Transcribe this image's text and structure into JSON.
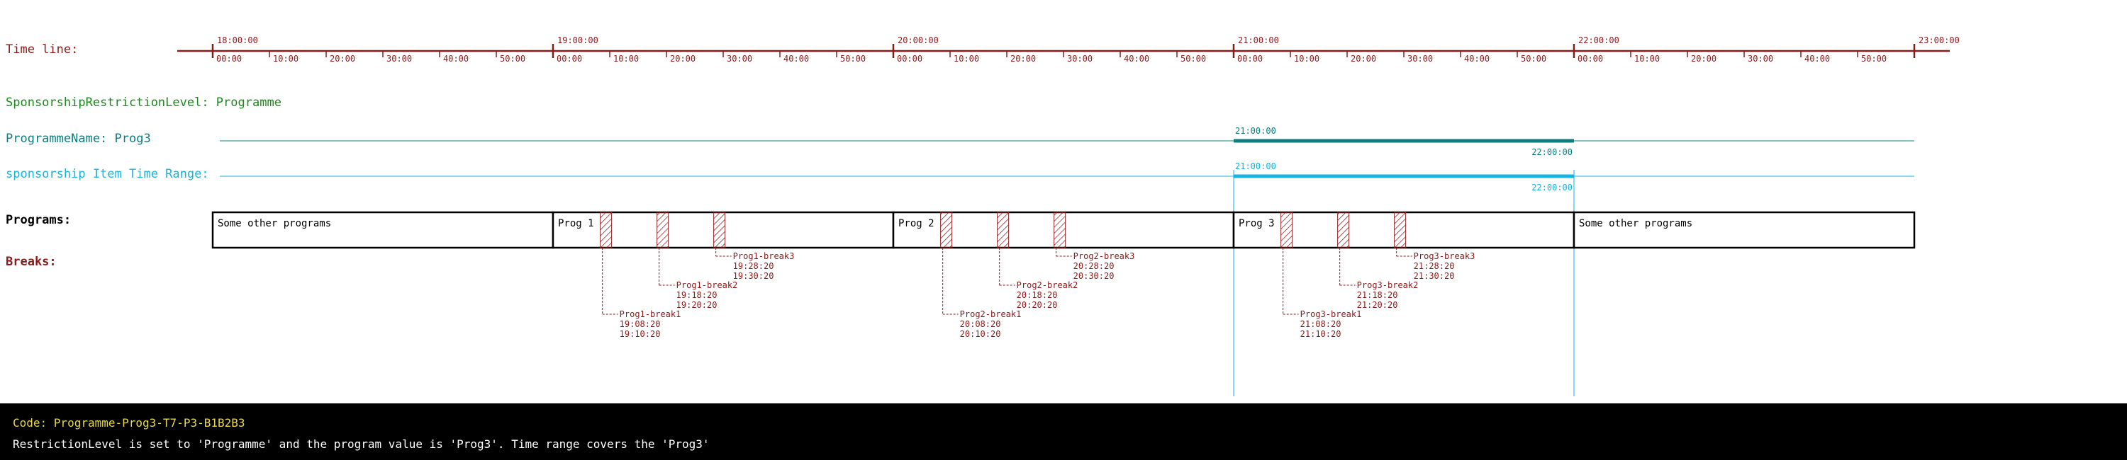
{
  "colors": {
    "timeline": "#8b1a1a",
    "sponsorship_level": "#1a8a1a",
    "programme_name": "#0e7d7d",
    "sponsorship_range": "#16b4df",
    "programs_border": "#000000",
    "breaks": "#8b1a1a",
    "footer_bg": "#000000",
    "footer_code": "#e8d84a",
    "footer_text": "#ffffff"
  },
  "labels": {
    "timeline": "Time line:",
    "sponsorship_level": "SponsorshipRestrictionLevel: Programme",
    "programme_name": "ProgrammeName: Prog3",
    "sponsorship_range": "sponsorship Item Time Range:",
    "programs": "Programs:",
    "breaks": "Breaks:"
  },
  "timeline": {
    "start": "18:00",
    "end": "23:00",
    "hour_labels": [
      "18:00:00",
      "19:00:00",
      "20:00:00",
      "21:00:00",
      "22:00:00",
      "23:00:00"
    ],
    "minute_labels": [
      "00:00",
      "10:00",
      "20:00",
      "30:00",
      "40:00",
      "50:00"
    ]
  },
  "programme_name_range": {
    "start": "21:00",
    "end": "22:00",
    "start_label": "21:00:00",
    "end_label": "22:00:00"
  },
  "sponsorship_range": {
    "start": "21:00",
    "end": "22:00",
    "start_label": "21:00:00",
    "end_label": "22:00:00"
  },
  "programs": [
    {
      "name": "Some other programs",
      "start": "18:00",
      "end": "19:00"
    },
    {
      "name": "Prog 1",
      "start": "19:00",
      "end": "20:00"
    },
    {
      "name": "Prog 2",
      "start": "20:00",
      "end": "21:00"
    },
    {
      "name": "Prog 3",
      "start": "21:00",
      "end": "22:00"
    },
    {
      "name": "Some other programs",
      "start": "22:00",
      "end": "23:00"
    }
  ],
  "breaks": [
    {
      "name": "Prog1-break1",
      "start": "19:08:20",
      "end": "19:10:20",
      "level": 3
    },
    {
      "name": "Prog1-break2",
      "start": "19:18:20",
      "end": "19:20:20",
      "level": 2
    },
    {
      "name": "Prog1-break3",
      "start": "19:28:20",
      "end": "19:30:20",
      "level": 1
    },
    {
      "name": "Prog2-break1",
      "start": "20:08:20",
      "end": "20:10:20",
      "level": 3
    },
    {
      "name": "Prog2-break2",
      "start": "20:18:20",
      "end": "20:20:20",
      "level": 2
    },
    {
      "name": "Prog2-break3",
      "start": "20:28:20",
      "end": "20:30:20",
      "level": 1
    },
    {
      "name": "Prog3-break1",
      "start": "21:08:20",
      "end": "21:10:20",
      "level": 3
    },
    {
      "name": "Prog3-break2",
      "start": "21:18:20",
      "end": "21:20:20",
      "level": 2
    },
    {
      "name": "Prog3-break3",
      "start": "21:28:20",
      "end": "21:30:20",
      "level": 1
    }
  ],
  "footer": {
    "code": "Code: Programme-Prog3-T7-P3-B1B2B3",
    "description": "RestrictionLevel is set to 'Programme' and the program value is 'Prog3'. Time range covers the 'Prog3'"
  }
}
